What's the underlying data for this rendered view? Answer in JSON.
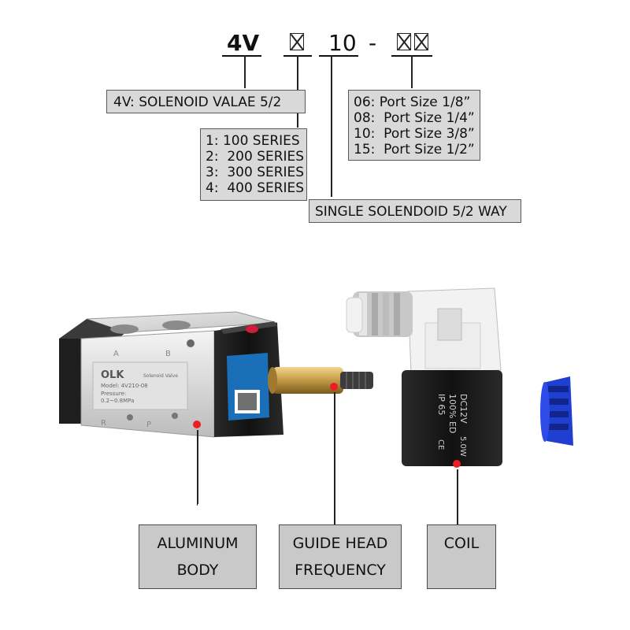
{
  "model_code": {
    "part1": "4V",
    "part3": "10",
    "dash": "-"
  },
  "labels": {
    "type_box": "4V: SOLENOID VALAE 5/2",
    "series_box": [
      "1: 100 SERIES",
      "2:  200 SERIES",
      "3:  300 SERIES",
      "4:  400 SERIES"
    ],
    "port_box": [
      "06: Port Size 1/8”",
      "08:  Port Size 1/4”",
      "10:  Port Size 3/8”",
      "15:  Port Size 1/2”"
    ],
    "solenoid_box": "SINGLE SOLENDOID 5/2 WAY"
  },
  "valve": {
    "brand": "OLK",
    "product": "Solenoid Valve",
    "model": "Model: 4V210-08",
    "pressure_label": "Pressure:",
    "pressure_value": "0.2~0.8MPa",
    "port_a": "A",
    "port_b": "B",
    "port_r": "R",
    "port_p": "P"
  },
  "coil": {
    "voltage": "DC12V",
    "power": "5.0W",
    "duty": "100% ED",
    "ip": "IP 65",
    "ce": "CE"
  },
  "callouts": {
    "aluminum_line1": "ALUMINUM",
    "aluminum_line2": "BODY",
    "guide_line1": "GUIDE HEAD",
    "guide_line2": "FREQUENCY",
    "coil": "COIL"
  },
  "colors": {
    "marker": "#ee1c24",
    "box_fill": "#d9d9d9",
    "callout_fill": "#c9c9c9",
    "cap_blue": "#1f3fd0",
    "brass": "#c9a04a"
  }
}
